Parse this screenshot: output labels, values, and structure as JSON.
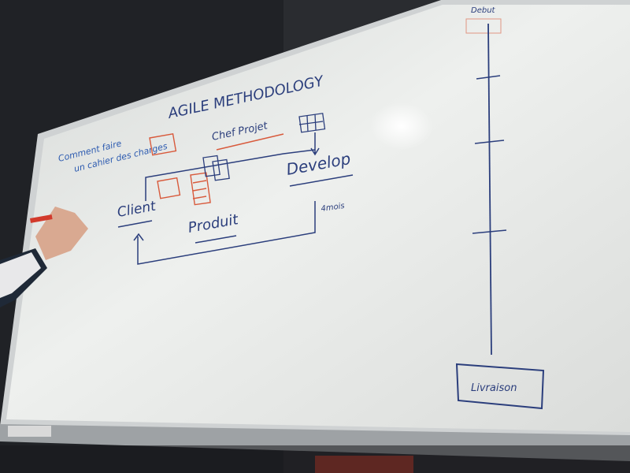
{
  "board": {
    "heading": "AGILE METHODOLOGY",
    "top_left_note_1": "Comment faire",
    "top_left_note_2": "un cahier des charges"
  },
  "diagram": {
    "chef_projet": "Chef Projet",
    "develop": "Develop",
    "client": "Client",
    "produit": "Produit",
    "duration": "4mois",
    "date_label": "Debut",
    "livraison": "Livraison"
  },
  "colors": {
    "board": "#e9ebe8",
    "blue_marker": "#2b3e7c",
    "red_marker": "#d85a3c",
    "frame": "#c9ccce"
  }
}
